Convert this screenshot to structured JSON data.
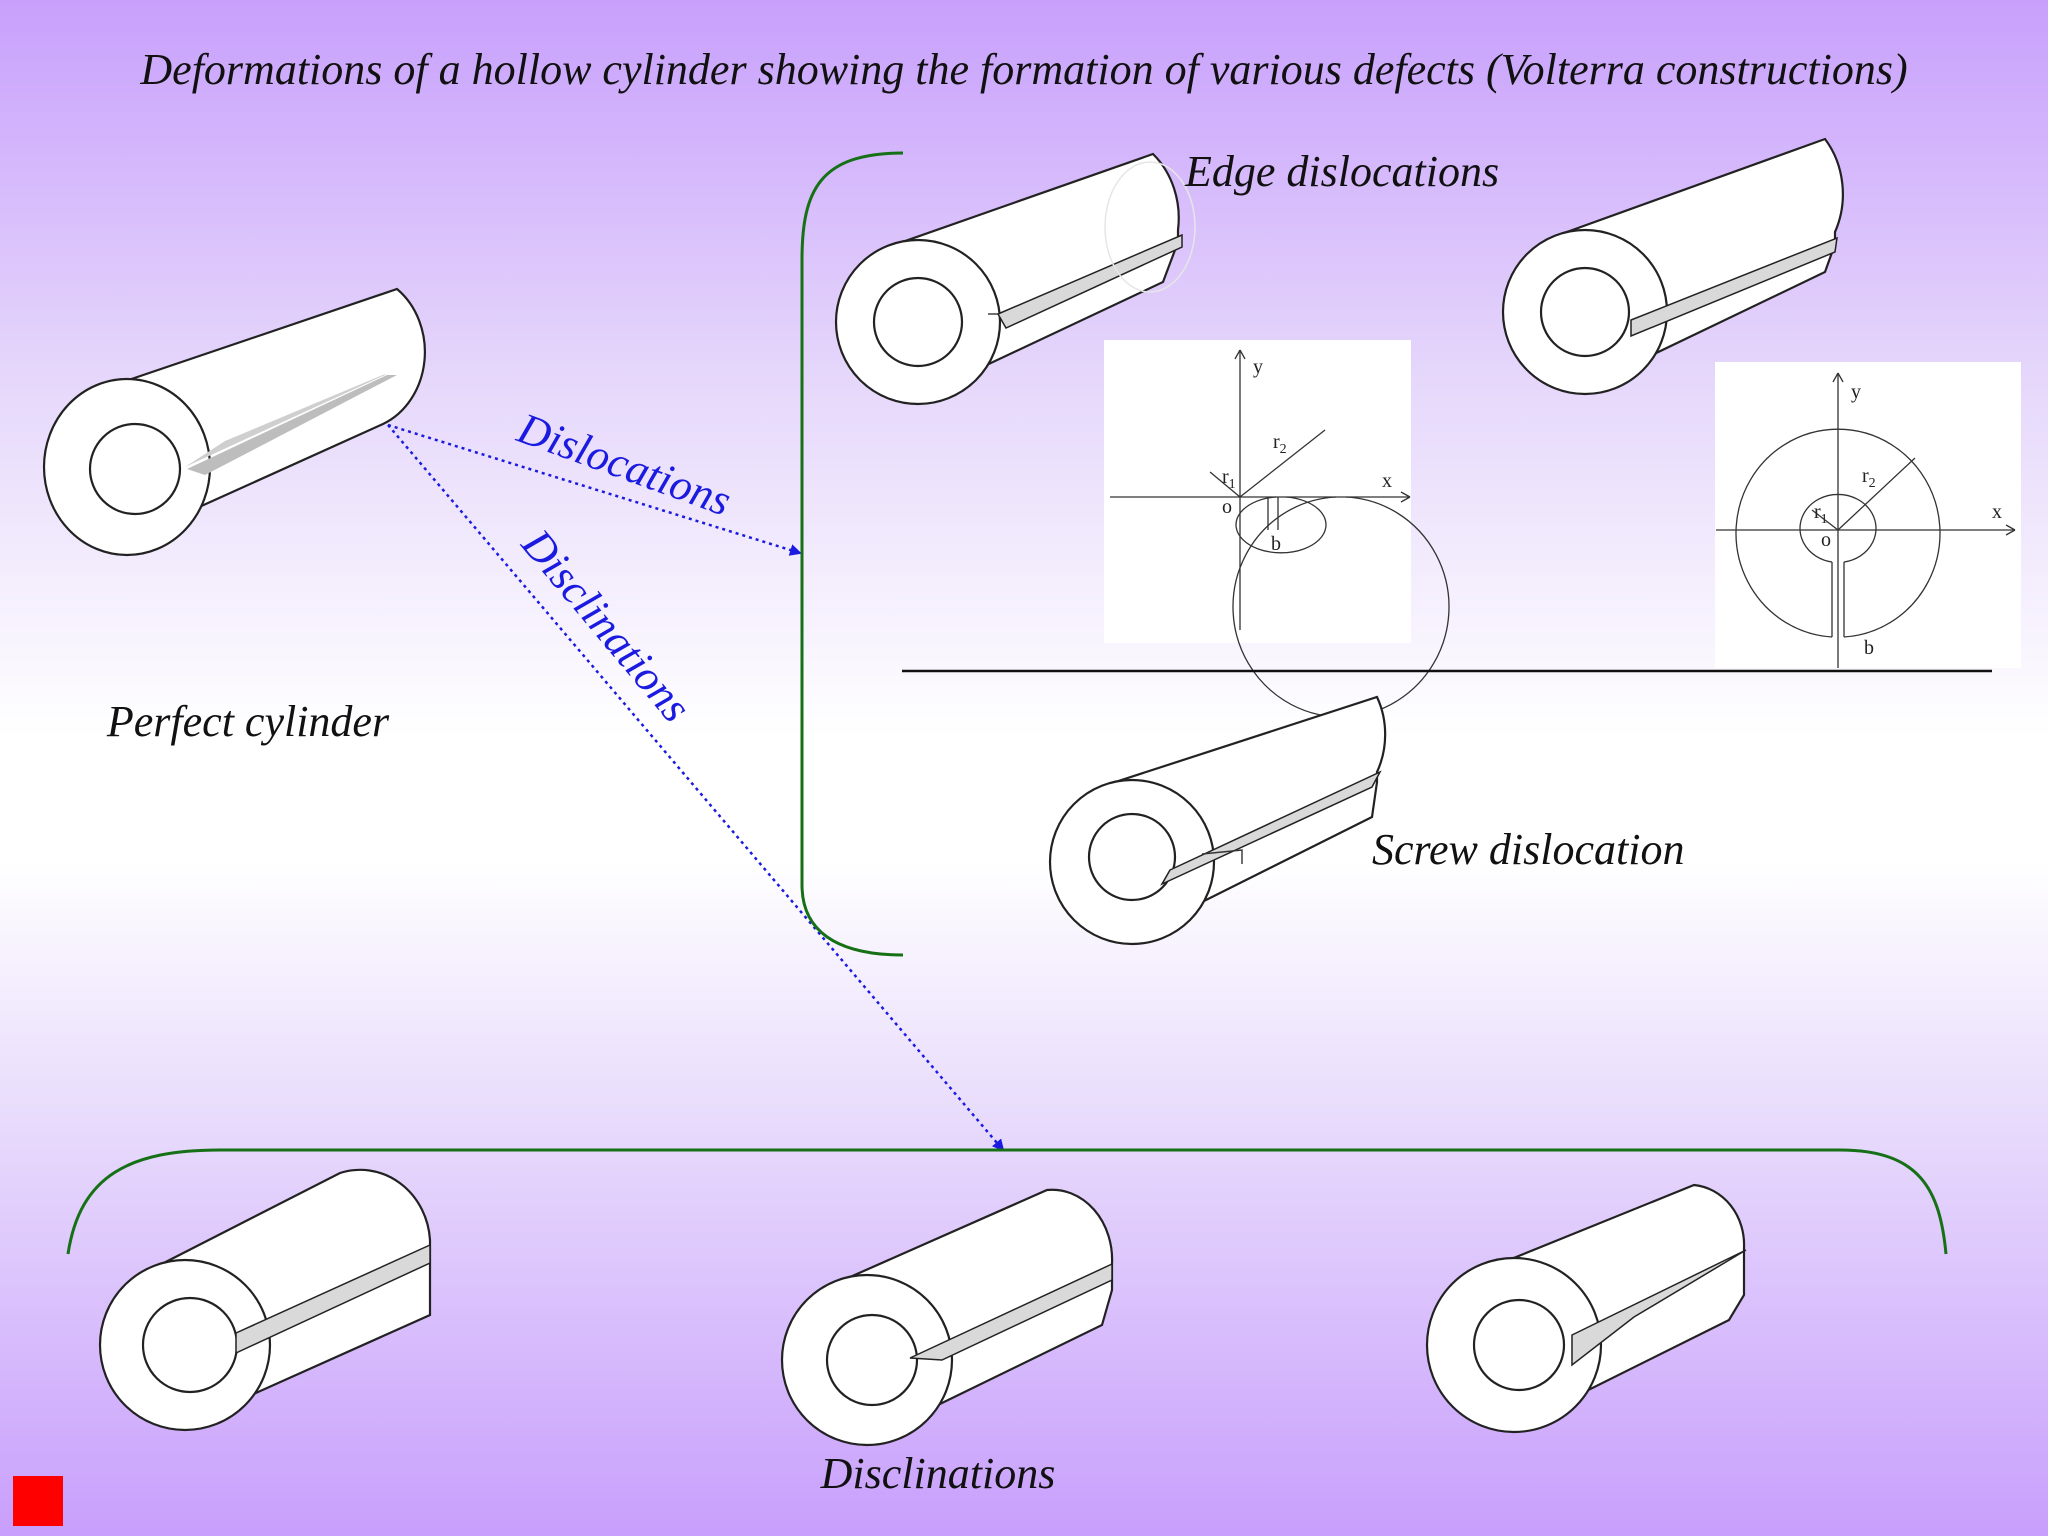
{
  "title": "Deformations of a hollow cylinder showing the formation of various defects (Volterra constructions)",
  "labels": {
    "perfect_cylinder": "Perfect cylinder",
    "dislocations_arrow": "Dislocations",
    "disclinations_arrow": "Disclinations",
    "edge_dislocations": "Edge dislocations",
    "screw_dislocation": "Screw dislocation",
    "disclinations": "Disclinations"
  },
  "diagram_edge_1": {
    "y": "y",
    "x": "x",
    "r1": "r",
    "r1_sub": "1",
    "r2": "r",
    "r2_sub": "2",
    "o": "o",
    "b": "b"
  },
  "diagram_edge_2": {
    "y": "y",
    "x": "x",
    "r1": "r",
    "r1_sub": "1",
    "r2": "r",
    "r2_sub": "2",
    "o": "o",
    "b": "b"
  },
  "colors": {
    "background_top": "#c8a0fc",
    "background_middle": "#ffffff",
    "arrow_text": "#1a1ae0",
    "brace": "#167016",
    "slide_marker": "#ff0000"
  }
}
